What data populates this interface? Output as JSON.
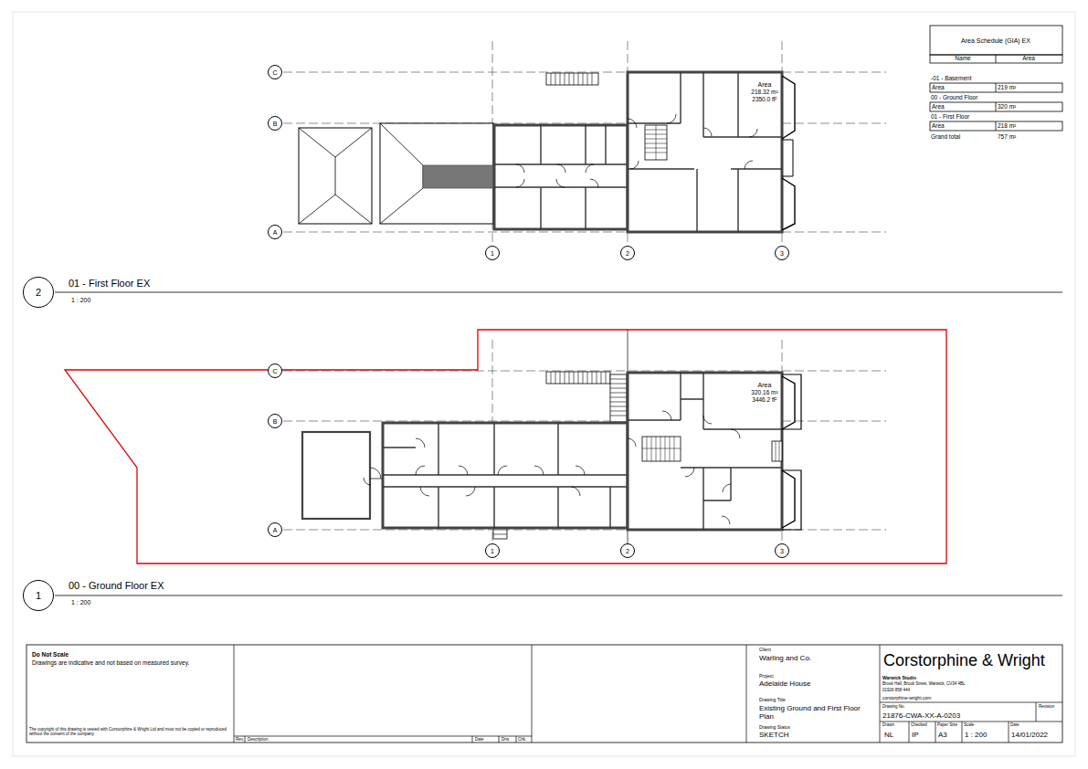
{
  "diagram": {
    "nodes": [
      {
        "text": [
          "C"
        ]
      },
      {
        "text": [
          "B"
        ]
      },
      {
        "text": [
          "A"
        ]
      },
      {
        "text": [
          "1"
        ]
      },
      {
        "text": [
          "2"
        ]
      },
      {
        "text": [
          "3"
        ]
      },
      {
        "text": [
          "2"
        ]
      },
      {
        "text": [
          "C"
        ]
      },
      {
        "text": [
          "B"
        ]
      },
      {
        "text": [
          "A"
        ]
      },
      {
        "text": [
          "1"
        ]
      },
      {
        "text": [
          "2"
        ]
      },
      {
        "text": [
          "3"
        ]
      },
      {
        "text": [
          "1"
        ]
      }
    ],
    "labels": [
      "Area Schedule (GIA) EX",
      "Name",
      "Area",
      "-01 - Basement",
      "Area",
      "219 m²",
      "00 - Ground Floor",
      "Area",
      "320 m²",
      "01 - First Floor",
      "Area",
      "218 m²",
      "Grand total",
      "757 m²",
      "Area",
      "218.32 m²",
      "2350.0 fF",
      "01 - First Floor EX",
      "1 : 200",
      "Area",
      "320.16 m²",
      "3446.2 fF",
      "00 - Ground Floor EX",
      "1 : 200",
      "Do Not Scale",
      "Drawings are indicative and not based on measured survey.",
      "The copyright of this drawing is vested with Corstorphine & Wright Ltd and must not be copied or reproduced without the consent of the company.",
      "Rev.",
      "Description",
      "Date",
      "Drw.",
      "Chk.",
      "Client",
      "Warling and Co.",
      "Project",
      "Adelaide House",
      "Drawing Title",
      "Existing Ground and First Floor Plan",
      "Drawing Status",
      "SKETCH",
      "Corstorphine & Wright",
      "Warwick Studio",
      "Brook Hall, Brook Street, Warwick, CV34 4BL",
      "01926 858 444",
      "corstorphine-wright.com",
      "Drawing No.",
      "21876-CWA-XX-A-0203",
      "Revision",
      "Drawn",
      "NL",
      "Checked",
      "IP",
      "Paper Size",
      "A3",
      "Scale",
      "1 : 200",
      "Date",
      "14/01/2022"
    ]
  }
}
